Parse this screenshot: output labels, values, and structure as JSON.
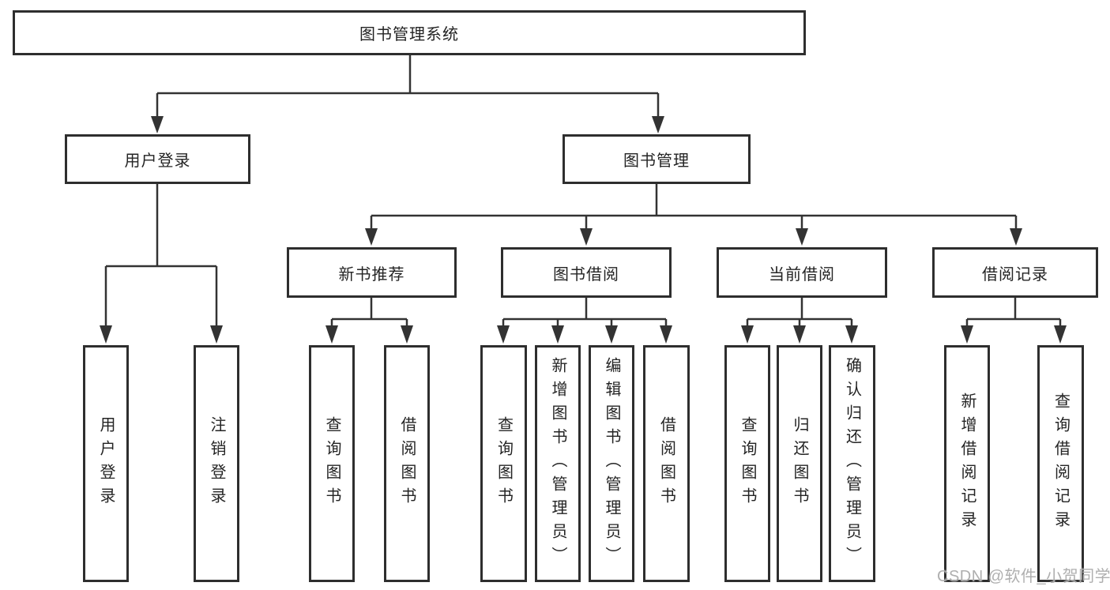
{
  "colors": {
    "line": "#333333",
    "box_border": "#2e2e2e",
    "box_fill": "#ffffff",
    "text": "#242424",
    "watermark": "#a8a8a8",
    "background": "#ffffff"
  },
  "diagram": {
    "root": {
      "label": "图书管理系统"
    },
    "level2": [
      {
        "label": "用户登录"
      },
      {
        "label": "图书管理"
      }
    ],
    "level3": [
      {
        "label": "新书推荐",
        "parent": "图书管理"
      },
      {
        "label": "图书借阅",
        "parent": "图书管理"
      },
      {
        "label": "当前借阅",
        "parent": "图书管理"
      },
      {
        "label": "借阅记录",
        "parent": "图书管理"
      }
    ],
    "leaves": [
      {
        "label": "用户登录",
        "parent": "用户登录"
      },
      {
        "label": "注销登录",
        "parent": "用户登录"
      },
      {
        "label": "查询图书",
        "parent": "新书推荐"
      },
      {
        "label": "借阅图书",
        "parent": "新书推荐"
      },
      {
        "label": "查询图书",
        "parent": "图书借阅"
      },
      {
        "label": "新增图书（管理员）",
        "parent": "图书借阅"
      },
      {
        "label": "编辑图书（管理员）",
        "parent": "图书借阅"
      },
      {
        "label": "借阅图书",
        "parent": "图书借阅"
      },
      {
        "label": "查询图书",
        "parent": "当前借阅"
      },
      {
        "label": "归还图书",
        "parent": "当前借阅"
      },
      {
        "label": "确认归还（管理员）",
        "parent": "当前借阅"
      },
      {
        "label": "新增借阅记录",
        "parent": "借阅记录"
      },
      {
        "label": "查询借阅记录",
        "parent": "借阅记录"
      }
    ]
  },
  "watermark": {
    "text": "CSDN @软件_小贺同学"
  }
}
